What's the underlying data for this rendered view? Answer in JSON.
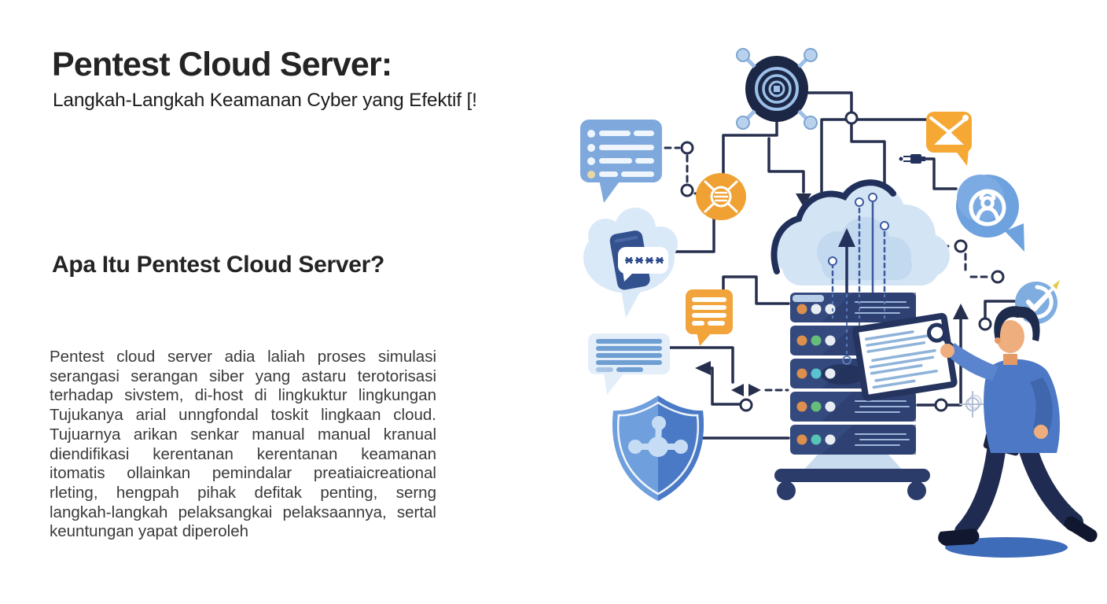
{
  "header": {
    "title": "Pentest Cloud Server:",
    "subtitle": "Langkah-Langkah Keamanan Cyber yang Efektif [!"
  },
  "section": {
    "heading": "Apa Itu Pentest Cloud Server?"
  },
  "body": {
    "lines": [
      "Pentest cloud server adia laliah proses simulasi",
      "serangasi serangan siber yang astaru terotorisasi",
      "terhadap sivstem, di-host di lingkuktur lingkungan",
      "Tujukanya arial unngfondal toskit lingkaan cloud.",
      "Tujuarnya arikan senkar manual manual kranual",
      "diendifikasi kerentanan kerentanan keamanan",
      "itomatis ollainkan pemindalar preatiaicreational",
      "rleting, hengpah pihak defitak penting, serng",
      "langkah-langkah pelaksangkai pelaksaannya, sertal",
      "keuntungan yapat diperoleh"
    ]
  },
  "illustration": {
    "description": "Flat illustration of cloud server penetration testing: server rack under a cloud, analyst pointing at an audit clipboard, surrounded by security icons connected by circuit lines",
    "palette": {
      "navy": "#1d2b4d",
      "line": "#262f4d",
      "blue": "#4d78c5",
      "light_blue": "#7fade0",
      "pale_blue": "#d3e4f5",
      "orange": "#f2a33a",
      "skin": "#efae7e",
      "teal": "#57c4cf",
      "green": "#66bd7a",
      "white": "#ffffff"
    },
    "icons": [
      "malware-sphere-icon",
      "chat-list-bubble-icon",
      "bug-icon",
      "password-phone-icon",
      "note-bubble-icon",
      "message-bubble-icon",
      "email-alert-icon",
      "privacy-lock-icon",
      "verified-check-icon",
      "usb-plug-icon",
      "security-shield-icon",
      "server-rack",
      "upload-cloud-icon",
      "audit-clipboard",
      "analyst-person",
      "crosshair-sketch-icon"
    ]
  }
}
